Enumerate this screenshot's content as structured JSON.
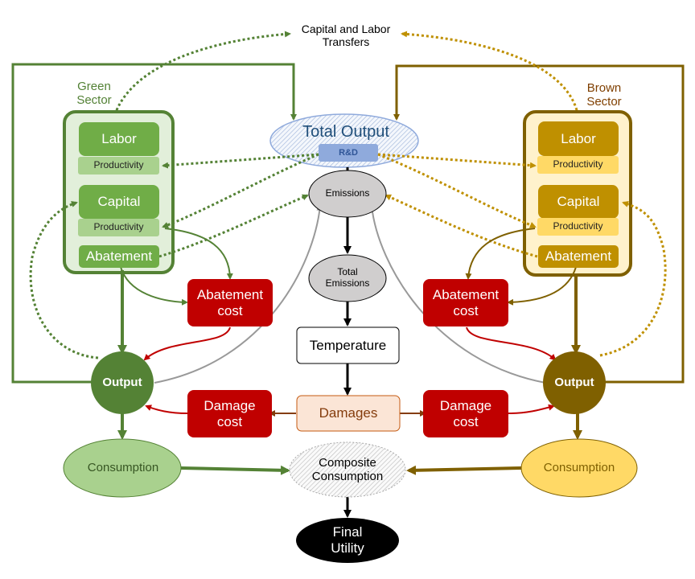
{
  "title": "Capital and Labor Transfers",
  "title_line1": "Capital and Labor",
  "title_line2": "Transfers",
  "green_sector": {
    "label_line1": "Green",
    "label_line2": "Sector",
    "labor": "Labor",
    "labor_productivity": "Productivity",
    "capital": "Capital",
    "capital_productivity": "Productivity",
    "abatement": "Abatement",
    "abatement_cost_line1": "Abatement",
    "abatement_cost_line2": "cost",
    "damage_cost_line1": "Damage",
    "damage_cost_line2": "cost",
    "output": "Output",
    "consumption": "Consumption"
  },
  "brown_sector": {
    "label_line1": "Brown",
    "label_line2": "Sector",
    "labor": "Labor",
    "labor_productivity": "Productivity",
    "capital": "Capital",
    "capital_productivity": "Productivity",
    "abatement": "Abatement",
    "abatement_cost_line1": "Abatement",
    "abatement_cost_line2": "cost",
    "damage_cost_line1": "Damage",
    "damage_cost_line2": "cost",
    "output": "Output",
    "consumption": "Consumption"
  },
  "center": {
    "total_output": "Total Output",
    "rd": "R&D",
    "emissions": "Emissions",
    "total_emissions_line1": "Total",
    "total_emissions_line2": "Emissions",
    "temperature": "Temperature",
    "damages": "Damages",
    "composite_line1": "Composite",
    "composite_line2": "Consumption",
    "final_line1": "Final",
    "final_line2": "Utility"
  },
  "colors": {
    "green_dark": "#548235",
    "green_mid": "#70ad47",
    "green_light": "#a9d18e",
    "green_bg": "#e2efda",
    "brown_dark": "#7f6000",
    "brown_mid": "#bf9000",
    "brown_light": "#ffd966",
    "brown_bg": "#fff2cc",
    "red": "#c00000",
    "gray": "#999999"
  }
}
